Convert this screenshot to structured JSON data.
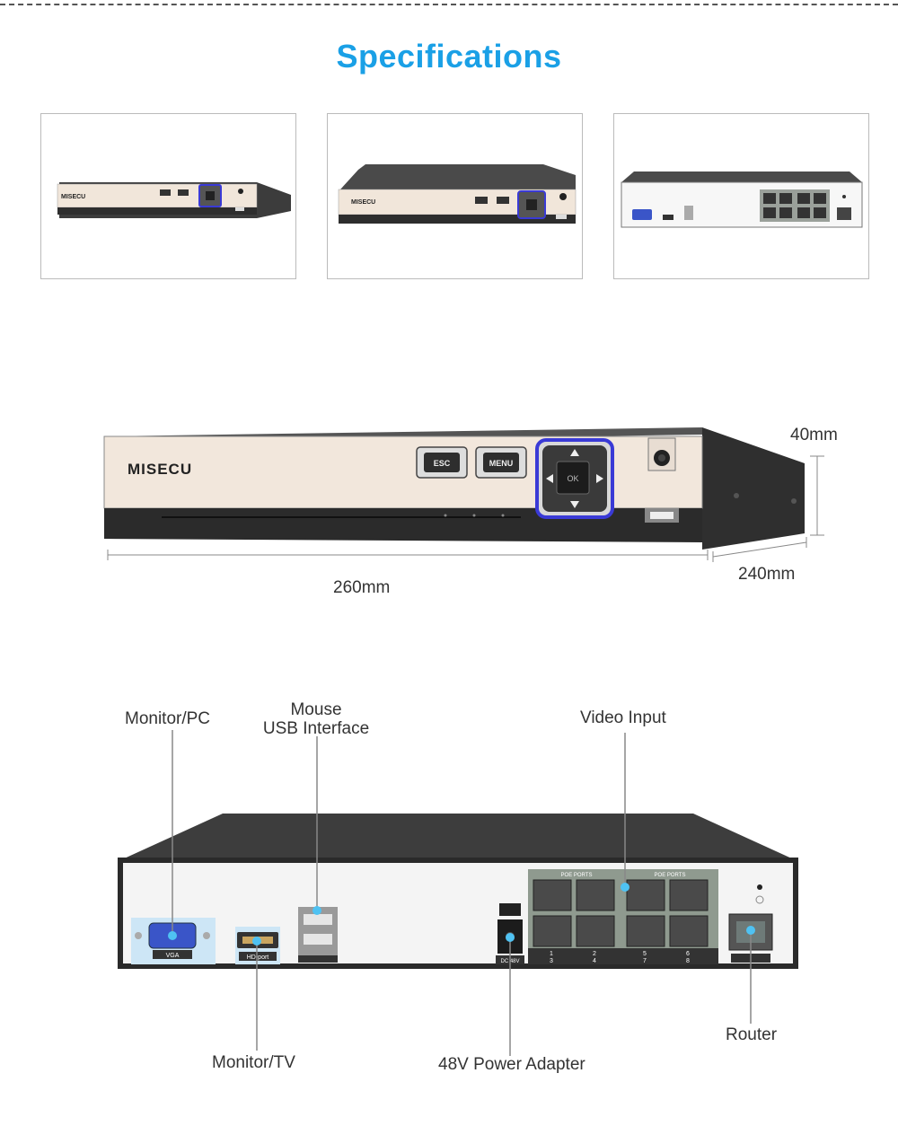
{
  "page": {
    "title": "Specifications"
  },
  "brand": {
    "logo_text": "MISECU",
    "accent_color": "#1aa0e6",
    "highlight_color": "#3a3ad6"
  },
  "front_panel": {
    "esc_label": "ESC",
    "menu_label": "MENU",
    "ok_label": "OK"
  },
  "dimensions": {
    "height": "40mm",
    "width": "260mm",
    "depth": "240mm"
  },
  "rear_panel": {
    "vga_label": "VGA",
    "hdmi_label": "HD-port",
    "dc_label": "DC 48V",
    "poe_ports_label": "POE PORTS",
    "port_numbers": [
      "1",
      "2",
      "5",
      "6",
      "3",
      "4",
      "7",
      "8"
    ]
  },
  "callouts": {
    "monitor_pc": "Monitor/PC",
    "mouse_line1": "Mouse",
    "mouse_line2": "USB Interface",
    "video_input": "Video Input",
    "monitor_tv": "Monitor/TV",
    "power_adapter": "48V Power Adapter",
    "router": "Router"
  }
}
